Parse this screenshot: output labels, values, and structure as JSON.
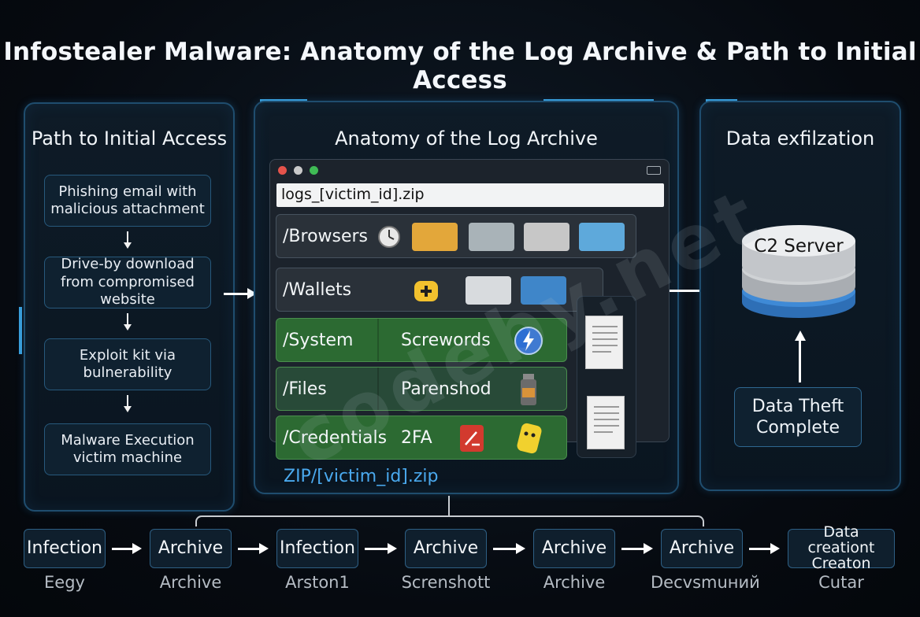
{
  "title": "Infostealer Malware: Anatomy of the Log Archive & Path to Initial Access",
  "watermark": "codeby.net",
  "left_panel": {
    "title": "Path to Initial Access",
    "steps": [
      "Phishing email with malicious attachment",
      "Drive-by download from compromised website",
      "Exploit kit via bulnerability",
      "Malware Execution victim machine"
    ]
  },
  "mid_panel": {
    "title": "Anatomy of the Log Archive",
    "address_bar": "logs_[victim_id].zip",
    "rows": [
      {
        "label": "/Browsers",
        "sub": ""
      },
      {
        "label": "/Wallets",
        "sub": ""
      },
      {
        "label": "/System",
        "sub": "Screwords"
      },
      {
        "label": "/Files",
        "sub": "Parenshod"
      },
      {
        "label": "/Credentials",
        "sub": "2FA"
      }
    ],
    "zip_label": "ZIP/[victim_id].zip"
  },
  "right_panel": {
    "title": "Data exfilzation",
    "server": "C2 Server",
    "status": "Data Theft Complete"
  },
  "flow": [
    {
      "box": "Infection",
      "sub": "Eegy"
    },
    {
      "box": "Archive",
      "sub": "Archive"
    },
    {
      "box": "Infection",
      "sub": "Arston1"
    },
    {
      "box": "Archive",
      "sub": "Screnshott"
    },
    {
      "box": "Archive",
      "sub": "Archive"
    },
    {
      "box": "Archive",
      "sub": "Decvsmuний"
    },
    {
      "box": "Data creationt Creaton",
      "sub": "Cutar"
    }
  ],
  "colors": {
    "accent": "#3aa0dc",
    "panel_border": "#1f4d6e",
    "green_row": "#2c6a32",
    "zip_label": "#4aa9ee"
  }
}
